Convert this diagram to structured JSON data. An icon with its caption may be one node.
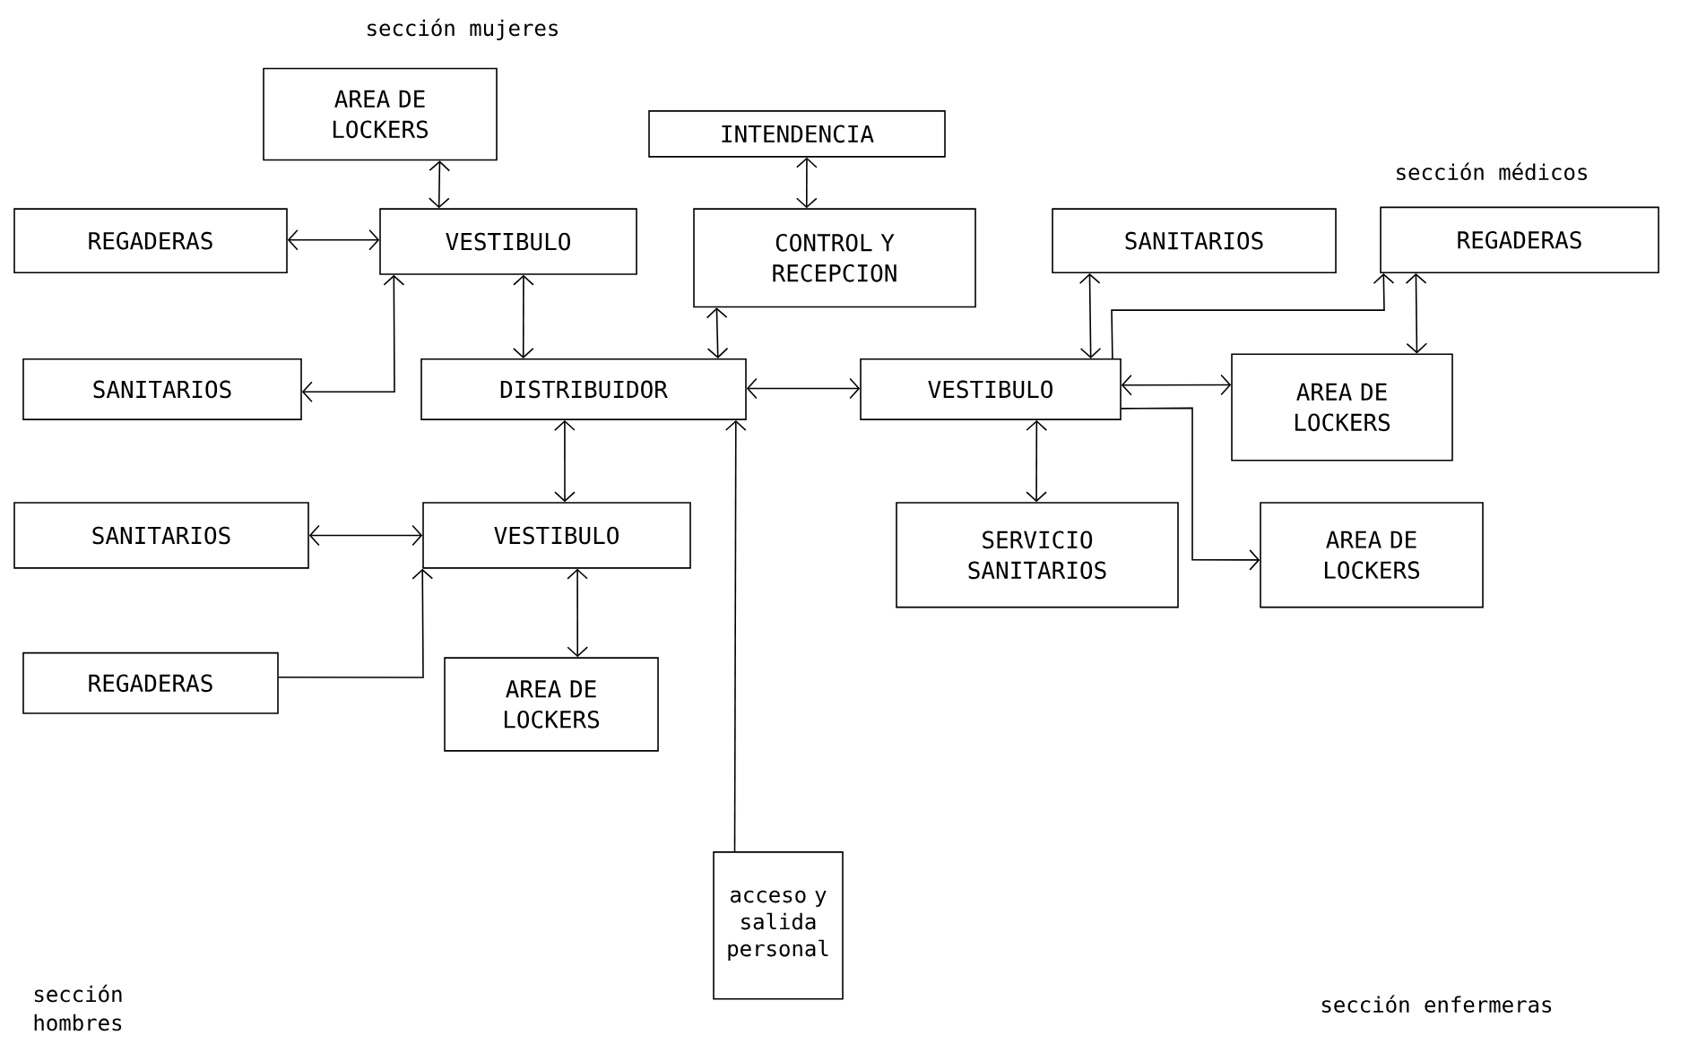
{
  "diagram": {
    "nodes": [
      {
        "text": [
          "AREA DE LOCKERS"
        ]
      },
      {
        "text": [
          "INTENDENCIA"
        ]
      },
      {
        "text": [
          "REGADERAS"
        ]
      },
      {
        "text": [
          "VESTIBULO"
        ]
      },
      {
        "text": [
          "CONTROL Y RECEPCION"
        ]
      },
      {
        "text": [
          "SANITARIOS"
        ]
      },
      {
        "text": [
          "REGADERAS"
        ]
      },
      {
        "text": [
          "SANITARIOS"
        ]
      },
      {
        "text": [
          "DISTRIBUIDOR"
        ]
      },
      {
        "text": [
          "VESTIBULO"
        ]
      },
      {
        "text": [
          "AREA DE LOCKERS"
        ]
      },
      {
        "text": [
          "SANITARIOS"
        ]
      },
      {
        "text": [
          "VESTIBULO"
        ]
      },
      {
        "text": [
          "SERVICIO SANITARIOS"
        ]
      },
      {
        "text": [
          "AREA DE LOCKERS"
        ]
      },
      {
        "text": [
          "REGADERAS"
        ]
      },
      {
        "text": [
          "AREA DE LOCKERS"
        ]
      },
      {
        "text": [
          "acceso y salida personal"
        ]
      }
    ],
    "edges": [
      {
        "from": 0,
        "to": 3,
        "arrow": "both"
      },
      {
        "from": 2,
        "to": 3,
        "arrow": "both"
      },
      {
        "from": 3,
        "to": 7,
        "arrow": "both"
      },
      {
        "from": 3,
        "to": 8,
        "arrow": "both"
      },
      {
        "from": 1,
        "to": 4,
        "arrow": "both"
      },
      {
        "from": 4,
        "to": 8,
        "arrow": "both"
      },
      {
        "from": 8,
        "to": 9,
        "arrow": "both"
      },
      {
        "from": 17,
        "to": 8,
        "arrow": "to"
      },
      {
        "from": 8,
        "to": 12,
        "arrow": "both"
      },
      {
        "from": 11,
        "to": 12,
        "arrow": "both"
      },
      {
        "from": 15,
        "to": 12,
        "arrow": "to"
      },
      {
        "from": 12,
        "to": 16,
        "arrow": "both"
      },
      {
        "from": 9,
        "to": 5,
        "arrow": "both"
      },
      {
        "from": 9,
        "to": 6,
        "arrow": "to"
      },
      {
        "from": 6,
        "to": 10,
        "arrow": "both"
      },
      {
        "from": 9,
        "to": 10,
        "arrow": "both"
      },
      {
        "from": 9,
        "to": 14,
        "arrow": "to"
      },
      {
        "from": 9,
        "to": 13,
        "arrow": "both"
      }
    ],
    "labels": [
      "sección mujeres",
      "sección médicos",
      "sección hombres",
      "sección enfermeras"
    ]
  }
}
